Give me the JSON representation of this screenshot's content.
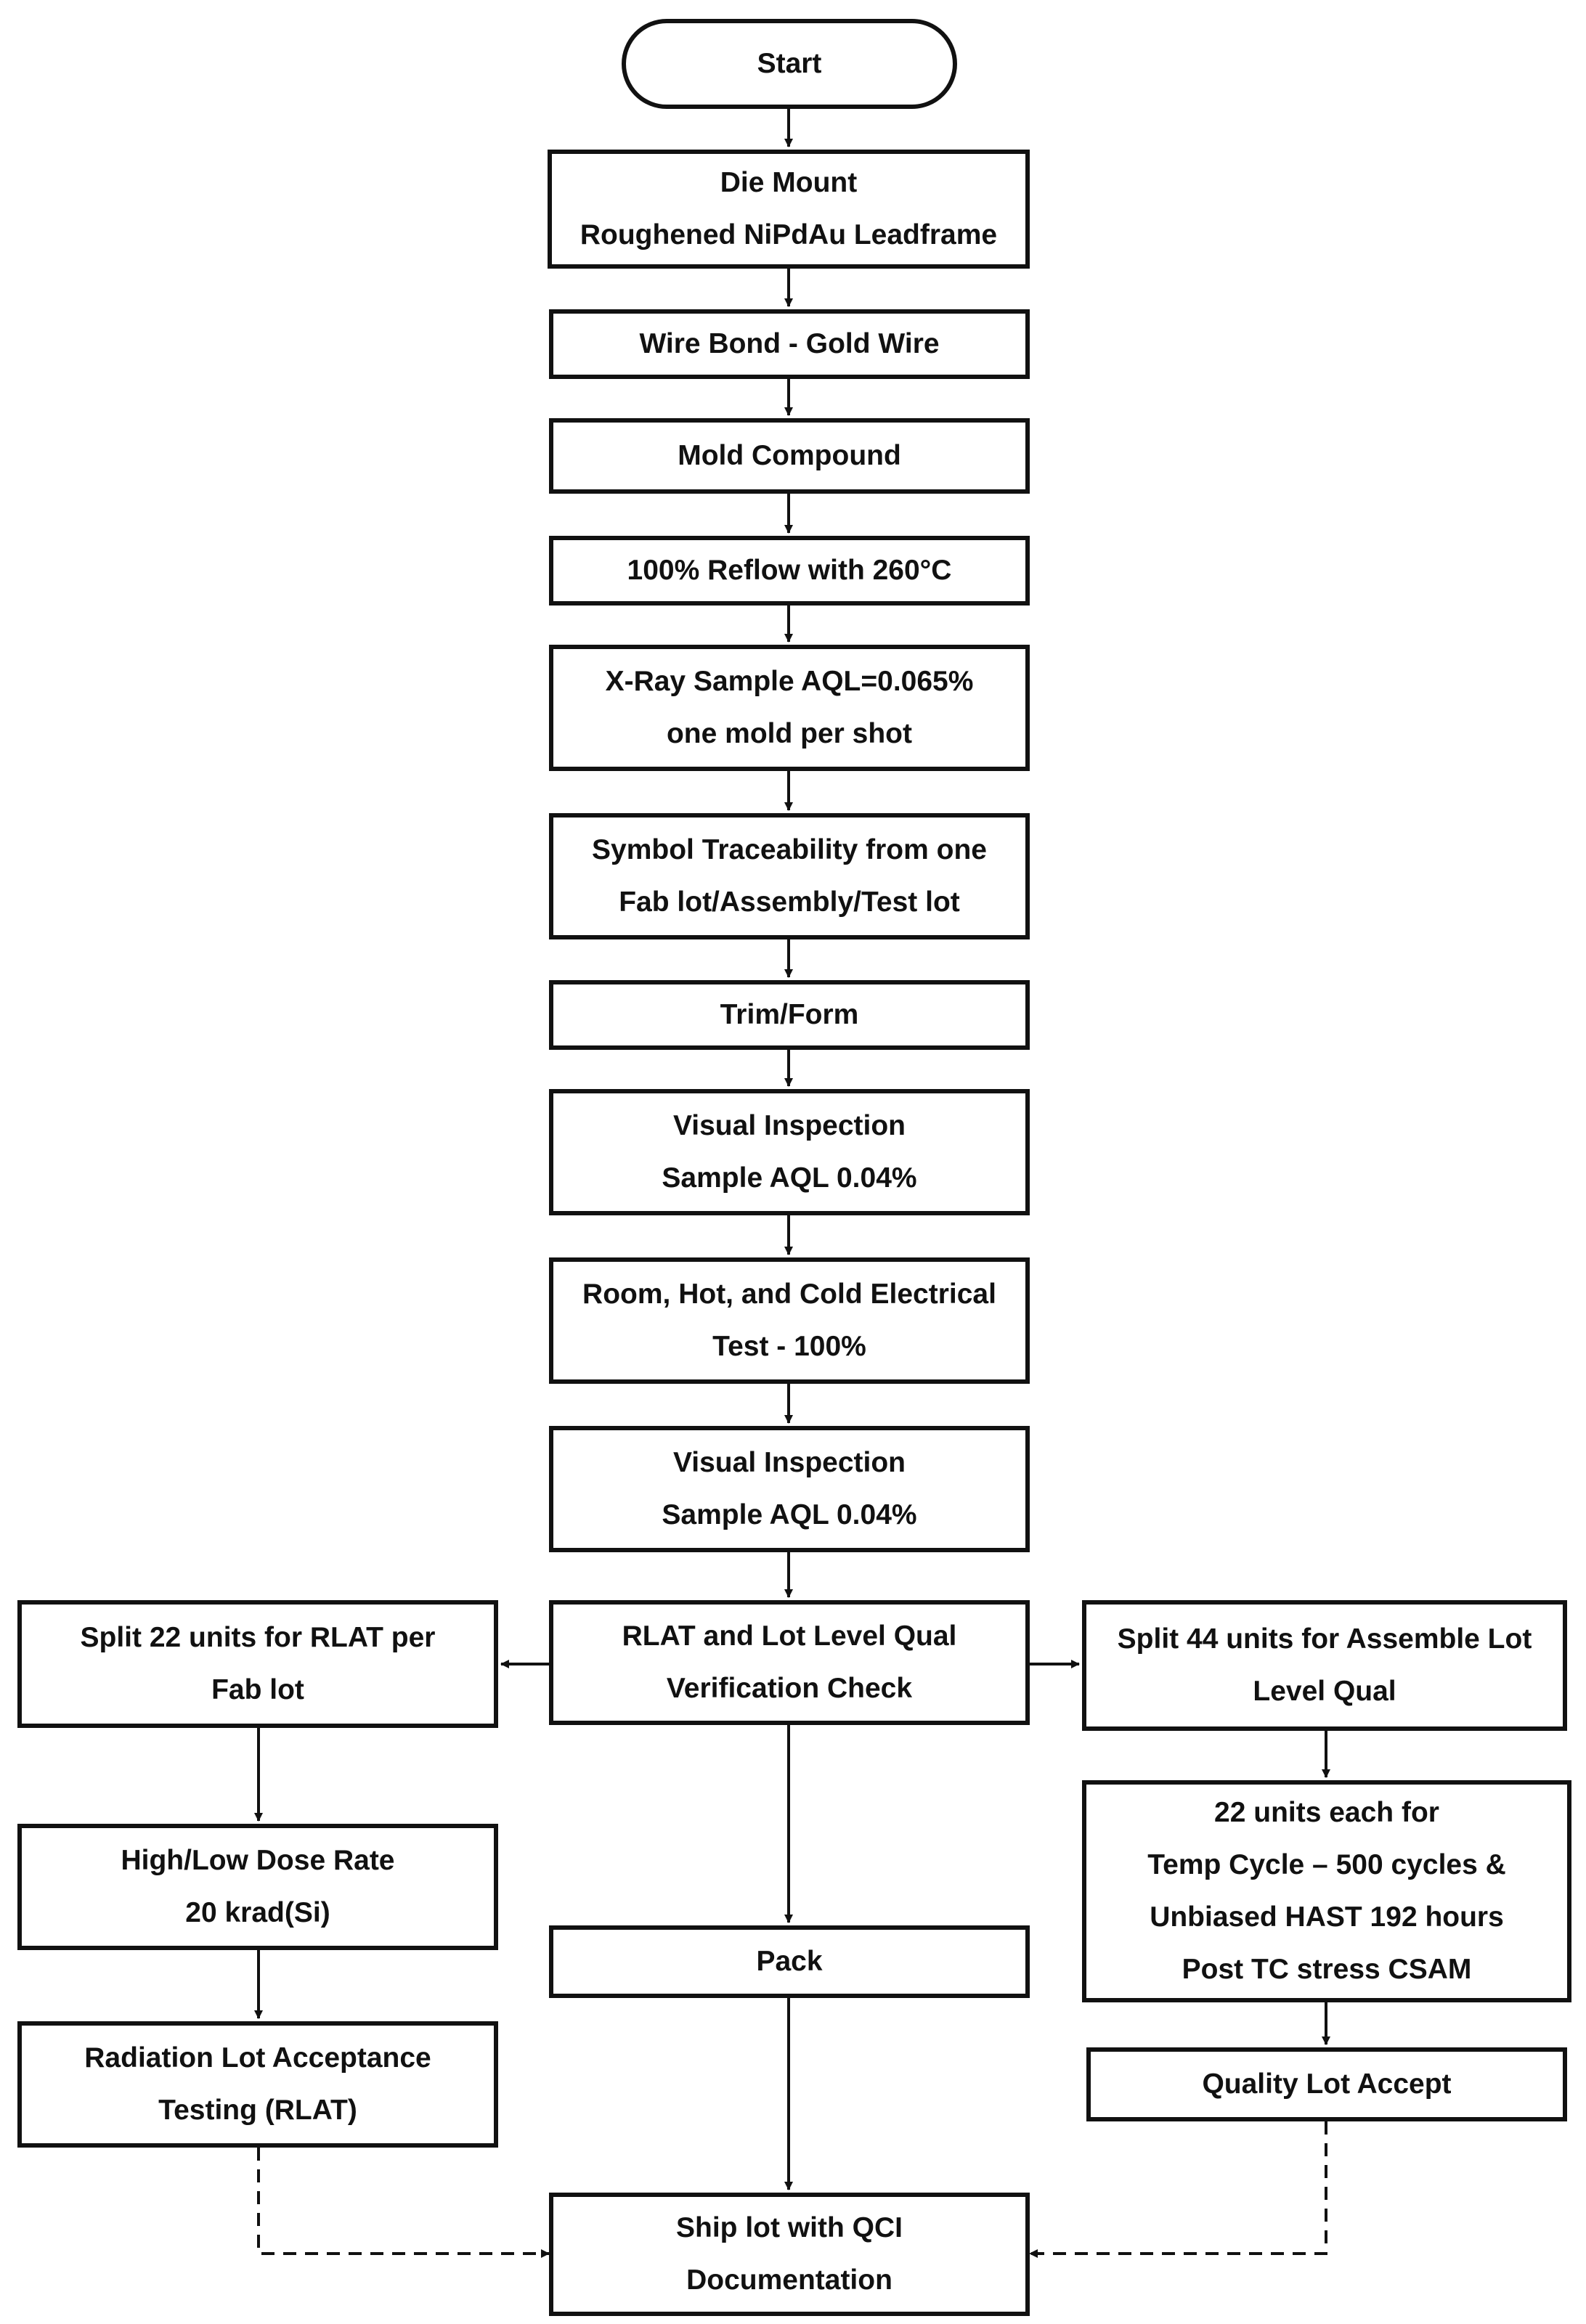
{
  "nodes": {
    "start": {
      "lines": [
        "Start"
      ]
    },
    "die_mount": {
      "lines": [
        "Die Mount",
        "Roughened NiPdAu Leadframe"
      ]
    },
    "wire_bond": {
      "lines": [
        "Wire Bond  - Gold Wire"
      ]
    },
    "mold_compound": {
      "lines": [
        "Mold Compound"
      ]
    },
    "reflow": {
      "lines": [
        "100% Reflow with 260°C"
      ]
    },
    "xray": {
      "lines": [
        "X-Ray Sample AQL=0.065%",
        "one mold per shot"
      ]
    },
    "symbol": {
      "lines": [
        "Symbol Traceability from one",
        "Fab lot/Assembly/Test lot"
      ]
    },
    "trim_form": {
      "lines": [
        "Trim/Form"
      ]
    },
    "visual1": {
      "lines": [
        "Visual Inspection",
        "Sample AQL 0.04%"
      ]
    },
    "electrical": {
      "lines": [
        "Room, Hot, and Cold Electrical",
        "Test - 100%"
      ]
    },
    "visual2": {
      "lines": [
        "Visual Inspection",
        "Sample AQL 0.04%"
      ]
    },
    "rlat_check": {
      "lines": [
        "RLAT and Lot Level Qual",
        "Verification Check"
      ]
    },
    "split22": {
      "lines": [
        "Split 22 units for RLAT per",
        "Fab lot"
      ]
    },
    "split44": {
      "lines": [
        "Split 44 units for Assemble Lot",
        "Level Qual"
      ]
    },
    "dose_rate": {
      "lines": [
        "High/Low Dose Rate",
        "20 krad(Si)"
      ]
    },
    "rlat": {
      "lines": [
        "Radiation Lot Acceptance",
        "Testing (RLAT)"
      ]
    },
    "pack": {
      "lines": [
        "Pack"
      ]
    },
    "units22": {
      "lines": [
        "22 units each for",
        "Temp Cycle – 500 cycles &",
        "Unbiased HAST 192 hours",
        "Post TC stress CSAM"
      ]
    },
    "quality": {
      "lines": [
        "Quality Lot Accept"
      ]
    },
    "ship": {
      "lines": [
        "Ship lot with QCI",
        "Documentation"
      ]
    }
  },
  "edges": [
    {
      "from": "start",
      "to": "die_mount",
      "style": "solid"
    },
    {
      "from": "die_mount",
      "to": "wire_bond",
      "style": "solid"
    },
    {
      "from": "wire_bond",
      "to": "mold_compound",
      "style": "solid"
    },
    {
      "from": "mold_compound",
      "to": "reflow",
      "style": "solid"
    },
    {
      "from": "reflow",
      "to": "xray",
      "style": "solid"
    },
    {
      "from": "xray",
      "to": "symbol",
      "style": "solid"
    },
    {
      "from": "symbol",
      "to": "trim_form",
      "style": "solid"
    },
    {
      "from": "trim_form",
      "to": "visual1",
      "style": "solid"
    },
    {
      "from": "visual1",
      "to": "electrical",
      "style": "solid"
    },
    {
      "from": "electrical",
      "to": "visual2",
      "style": "solid"
    },
    {
      "from": "visual2",
      "to": "rlat_check",
      "style": "solid"
    },
    {
      "from": "rlat_check",
      "to": "split22",
      "style": "solid"
    },
    {
      "from": "rlat_check",
      "to": "split44",
      "style": "solid"
    },
    {
      "from": "rlat_check",
      "to": "pack",
      "style": "solid"
    },
    {
      "from": "split22",
      "to": "dose_rate",
      "style": "solid"
    },
    {
      "from": "dose_rate",
      "to": "rlat",
      "style": "solid"
    },
    {
      "from": "split44",
      "to": "units22",
      "style": "solid"
    },
    {
      "from": "units22",
      "to": "quality",
      "style": "solid"
    },
    {
      "from": "pack",
      "to": "ship",
      "style": "solid"
    },
    {
      "from": "rlat",
      "to": "ship",
      "style": "dashed"
    },
    {
      "from": "quality",
      "to": "ship",
      "style": "dashed"
    }
  ]
}
